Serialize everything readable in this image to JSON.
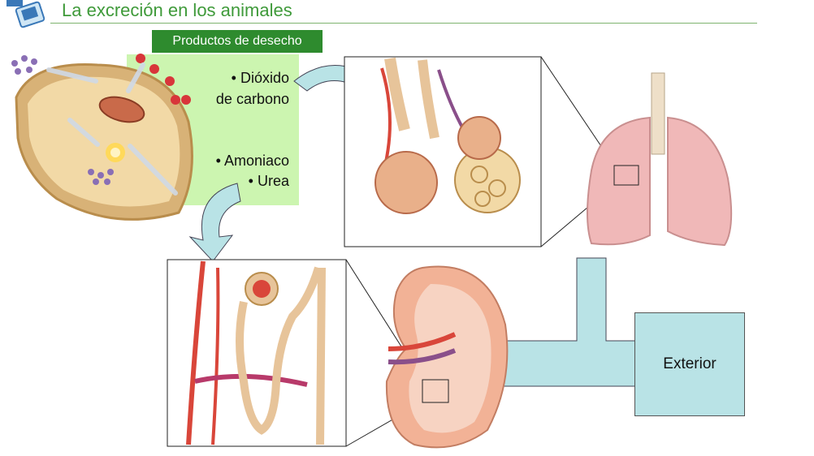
{
  "header": {
    "title": "La excreción en los animales"
  },
  "waste_products": {
    "header": "Productos de desecho",
    "items": [
      "• Dióxido",
      "de carbono",
      "• Amoniaco",
      "• Urea"
    ]
  },
  "output": {
    "label": "Exterior"
  },
  "colors": {
    "title_green": "#3f9a3a",
    "header_green": "#2e8b2e",
    "panel_green": "#ccf5b0",
    "arrow_blue": "#b9e3e6",
    "tissue_pink": "#f0b8b8",
    "vessel_red": "#d9463a"
  }
}
